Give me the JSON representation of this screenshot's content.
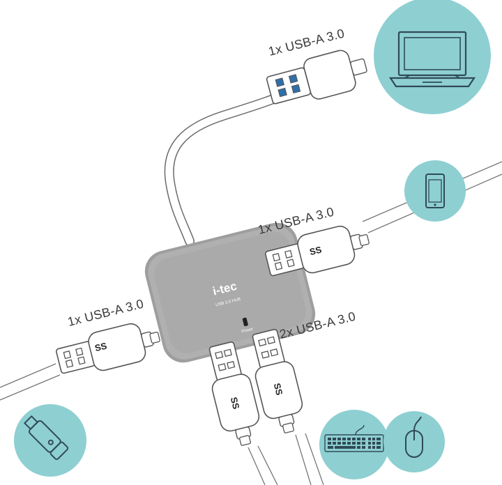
{
  "labels": {
    "top": "1x USB-A 3.0",
    "right": "1x USB-A 3.0",
    "left": "1x USB-A 3.0",
    "bottom": "2x USB-A 3.0"
  },
  "hub": {
    "brand": "i-tec",
    "model": "USB 3.0 HUB",
    "led_label": "Power"
  },
  "connector_logo": "SS",
  "colors": {
    "icon_circle": "#8ecfd2",
    "icon_stroke": "#2f4a57",
    "hub_body": "#a9a9a9",
    "cable": "#ffffff",
    "outline": "#555555"
  },
  "icons": [
    "laptop-icon",
    "smartphone-icon",
    "usb-flash-drive-icon",
    "keyboard-icon",
    "mouse-icon"
  ]
}
